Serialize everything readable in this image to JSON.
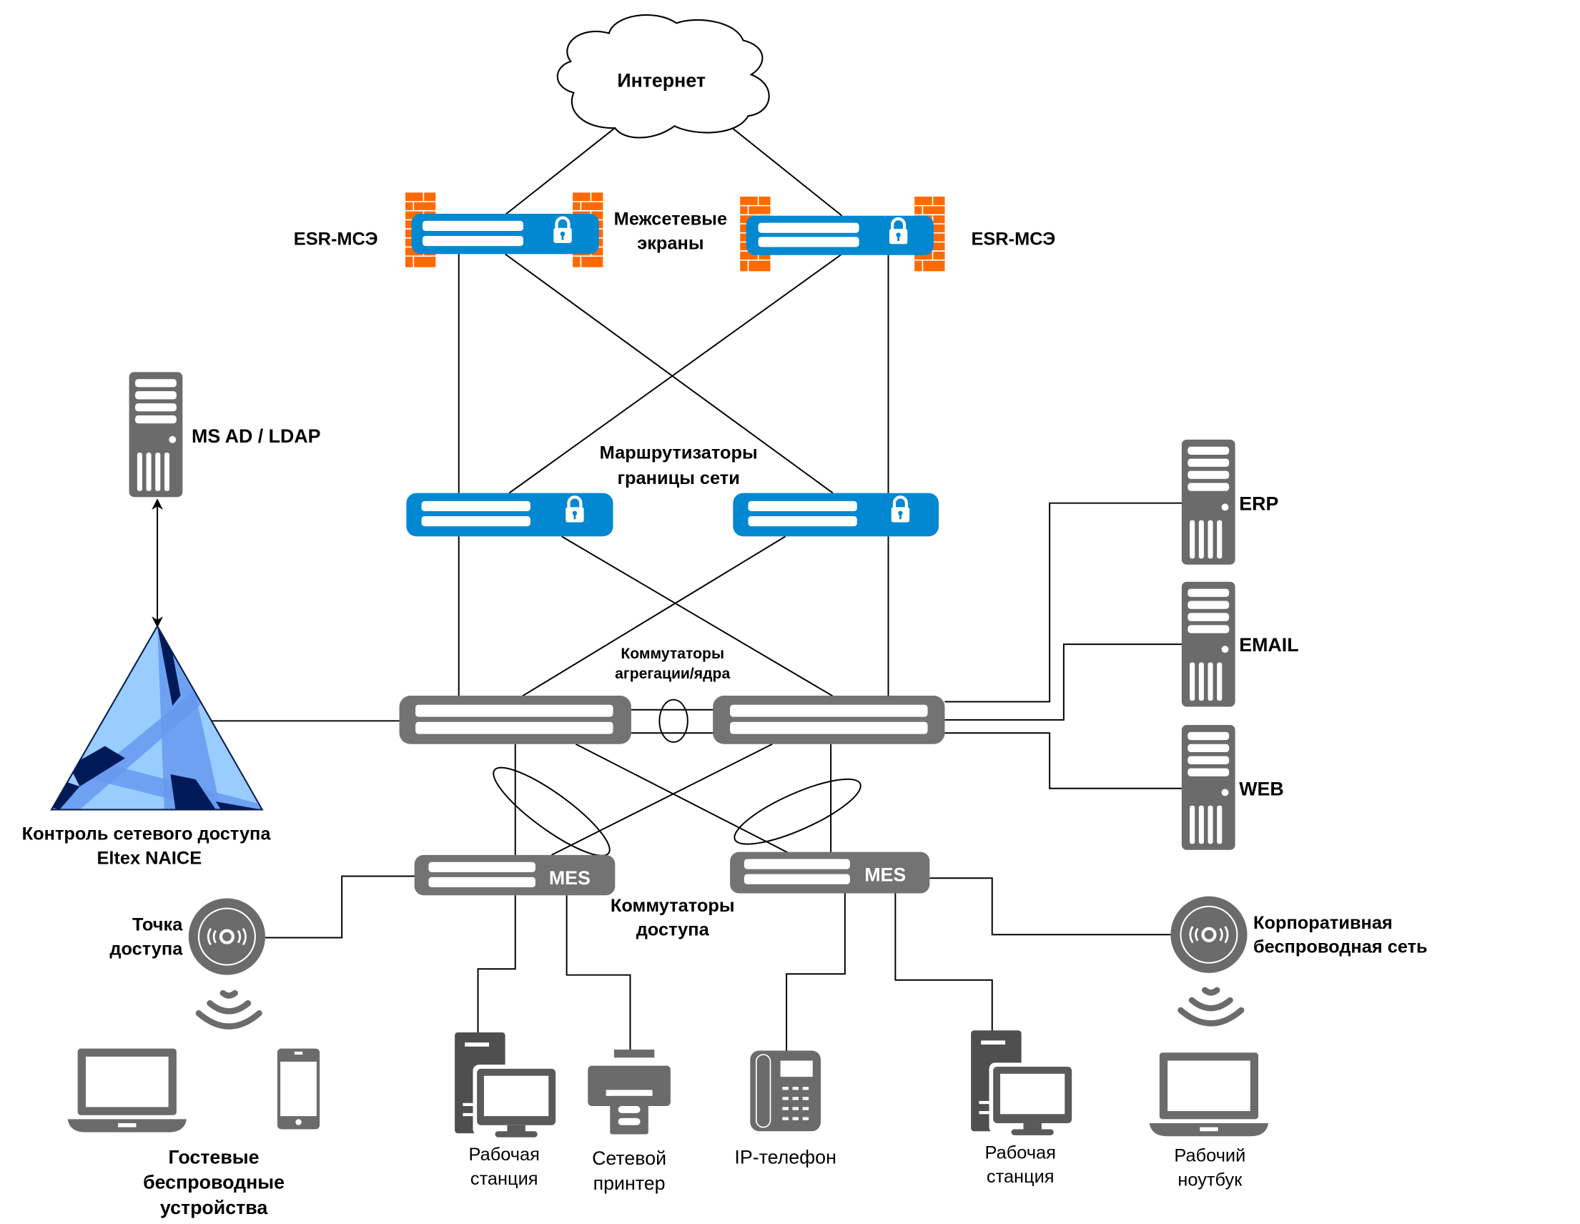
{
  "diagram": {
    "title": "Eltex corporate network topology",
    "colors": {
      "router_blue": "#0288D1",
      "firewall_orange": "#FF6A00",
      "device_gray": "#6B6B6B",
      "switch_gray": "#737373",
      "naice_light": "#99CCFF",
      "naice_mid": "#6699EE",
      "naice_dark": "#001A57"
    },
    "nodes": {
      "internet": {
        "label": "Интернет",
        "icon": "cloud-icon"
      },
      "firewall_left": {
        "label": "ESR-МСЭ",
        "icon": "firewall-router-icon"
      },
      "firewall_right": {
        "label": "ESR-МСЭ",
        "icon": "firewall-router-icon"
      },
      "firewalls_group": {
        "line1": "Межсетевые",
        "line2": "экраны"
      },
      "border_routers_group": {
        "line1": "Маршрутизаторы",
        "line2": "границы сети"
      },
      "aggregation_group": {
        "line1": "Коммутаторы",
        "line2": "агрегации/ядра"
      },
      "access_group": {
        "line1": "Коммутаторы",
        "line2": "доступа"
      },
      "ldap": {
        "label": "MS AD / LDAP",
        "icon": "server-icon"
      },
      "naice": {
        "line1": "Контроль сетевого доступа",
        "line2": "Eltex NAICE",
        "icon": "naice-triangle-icon"
      },
      "erp": {
        "label": "ERP",
        "icon": "server-icon"
      },
      "email": {
        "label": "EMAIL",
        "icon": "server-icon"
      },
      "web": {
        "label": "WEB",
        "icon": "server-icon"
      },
      "mes_left": {
        "label": "MES"
      },
      "mes_right": {
        "label": "MES"
      },
      "ap_guest": {
        "line1": "Точка",
        "line2": "доступа",
        "icon": "access-point-icon"
      },
      "ap_corp": {
        "line1": "Корпоративная",
        "line2": "беспроводная сеть",
        "icon": "access-point-icon"
      },
      "guest_devices": {
        "line1": "Гостевые",
        "line2": "беспроводные",
        "line3": "устройства"
      },
      "workstation_left": {
        "line1": "Рабочая",
        "line2": "станция",
        "icon": "workstation-icon"
      },
      "printer": {
        "line1": "Сетевой",
        "line2": "принтер",
        "icon": "printer-icon"
      },
      "ip_phone": {
        "label": "IP-телефон",
        "icon": "ip-phone-icon"
      },
      "workstation_right": {
        "line1": "Рабочая",
        "line2": "станция",
        "icon": "workstation-icon"
      },
      "work_laptop": {
        "line1": "Рабочий",
        "line2": "ноутбук",
        "icon": "laptop-icon"
      }
    }
  }
}
